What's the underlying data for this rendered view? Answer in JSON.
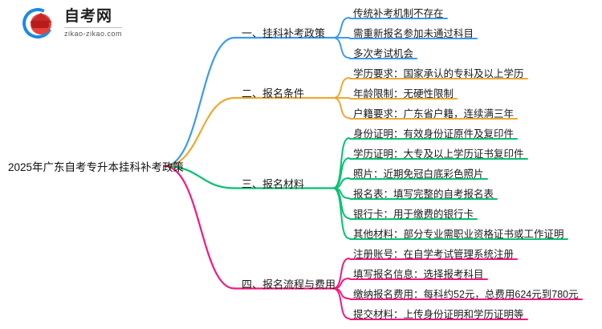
{
  "logo": {
    "name": "自考网",
    "url": "zikao-zikao.com",
    "mark_icon": "graduation-cap-icon"
  },
  "mindmap": {
    "type": "mindmap",
    "root": {
      "label": "2025年广东自考专升本挂科补考政策",
      "color": "#333333"
    },
    "branches": [
      {
        "label": "一、挂科补考政策",
        "color": "#3d9aee",
        "children": [
          {
            "label": "传统补考机制不存在"
          },
          {
            "label": "需重新报名参加未通过科目"
          },
          {
            "label": "多次考试机会"
          }
        ]
      },
      {
        "label": "二、报名条件",
        "color": "#efa832",
        "children": [
          {
            "label": "学历要求：国家承认的专科及以上学历"
          },
          {
            "label": "年龄限制：无硬性限制"
          },
          {
            "label": "户籍要求：广东省户籍，连续满三年"
          }
        ]
      },
      {
        "label": "三、报名材料",
        "color": "#06c270",
        "children": [
          {
            "label": "身份证明：有效身份证原件及复印件"
          },
          {
            "label": "学历证明：大专及以上学历证书复印件"
          },
          {
            "label": "照片：近期免冠白底彩色照片"
          },
          {
            "label": "报名表：填写完整的自考报名表"
          },
          {
            "label": "银行卡：用于缴费的银行卡"
          },
          {
            "label": "其他材料：部分专业需职业资格证书或工作证明"
          }
        ]
      },
      {
        "label": "四、报名流程与费用",
        "color": "#f5187f",
        "children": [
          {
            "label": "注册账号：在自学考试管理系统注册"
          },
          {
            "label": "填写报名信息：选择报考科目"
          },
          {
            "label": "缴纳报名费用：每科约52元，总费用624元到780元"
          },
          {
            "label": "提交材料：上传身份证明和学历证明等"
          }
        ]
      }
    ]
  }
}
